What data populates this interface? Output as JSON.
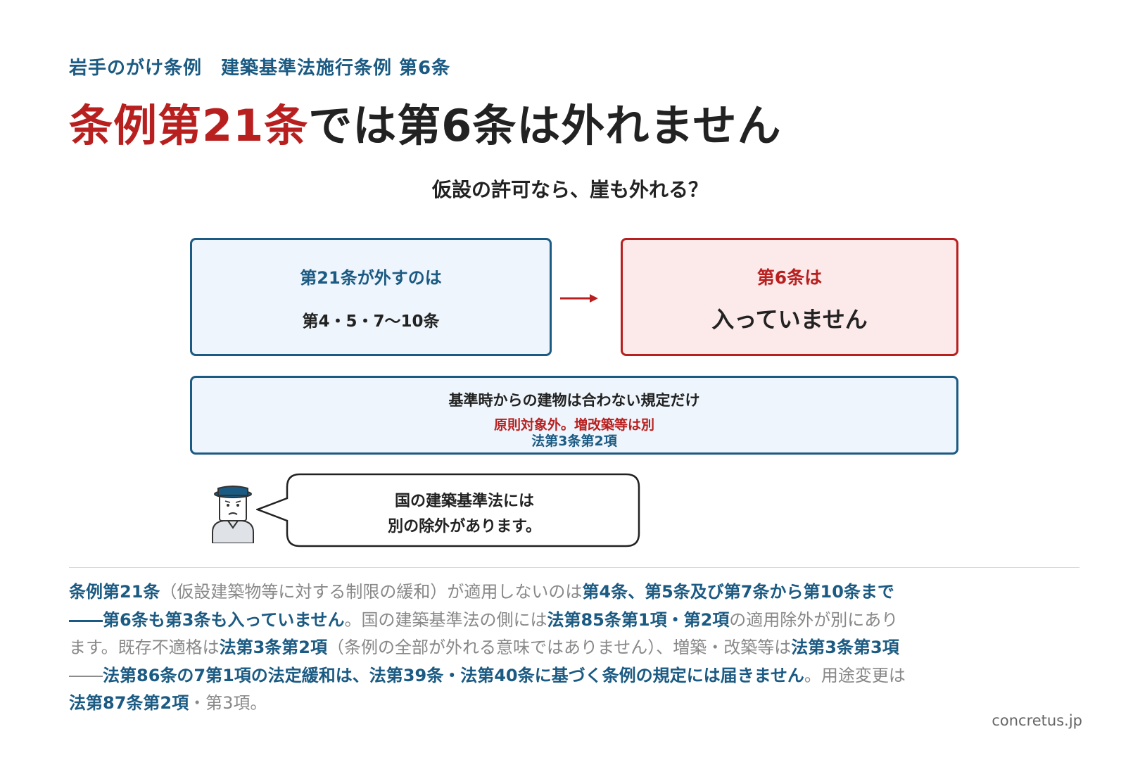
{
  "header": {
    "subtitle": "岩手のがけ条例　建築基準法施行条例 第6条",
    "title_highlight": "条例第21条",
    "title_rest": "では第6条は外れません"
  },
  "question": "仮設の許可なら、崖も外れる？",
  "box_left": {
    "heading": "第21条が外すのは",
    "body": "第4・5・7〜10条"
  },
  "box_right": {
    "heading": "第6条は",
    "body": "入っていません"
  },
  "box_bottom": {
    "line1": "基準時からの建物は合わない規定だけ",
    "line2": "原則対象外。増改築等は別",
    "line3": "法第3条第2項"
  },
  "speech_bubble": {
    "line1": "国の建築基準法には",
    "line2": "別の除外があります。"
  },
  "paragraph": [
    {
      "t": "条例第21条",
      "b": true
    },
    {
      "t": "（仮設建築物等に対する制限の緩和）が適用しないのは",
      "b": false
    },
    {
      "t": "第4条、第5条及び第7条から第10条まで――第6条も第3条も入っていません",
      "b": true
    },
    {
      "t": "。国の建築基準法の側には",
      "b": false
    },
    {
      "t": "法第85条第1項・第2項",
      "b": true
    },
    {
      "t": "の適用除外が別にあります。既存不適格は",
      "b": false
    },
    {
      "t": "法第3条第2項",
      "b": true
    },
    {
      "t": "（条例の全部が外れる意味ではありません）、増築・改築等は",
      "b": false
    },
    {
      "t": "法第3条第3項",
      "b": true
    },
    {
      "t": "――",
      "b": false
    },
    {
      "t": "法第86条の7第1項の法定緩和は、法第39条・法第40条に基づく条例の規定には届きません",
      "b": true
    },
    {
      "t": "。用途変更は",
      "b": false
    },
    {
      "t": "法第87条第2項",
      "b": true
    },
    {
      "t": "・第3項。",
      "b": false
    }
  ],
  "footer": {
    "credit": "concretus.jp"
  },
  "colors": {
    "blue": "#1b5a82",
    "red": "#b8201f",
    "blue_bg": "#eef5fc",
    "red_bg": "#fce9ea"
  },
  "icons": {
    "arrow": "arrow-right-icon",
    "avatar": "worker-avatar-icon"
  }
}
